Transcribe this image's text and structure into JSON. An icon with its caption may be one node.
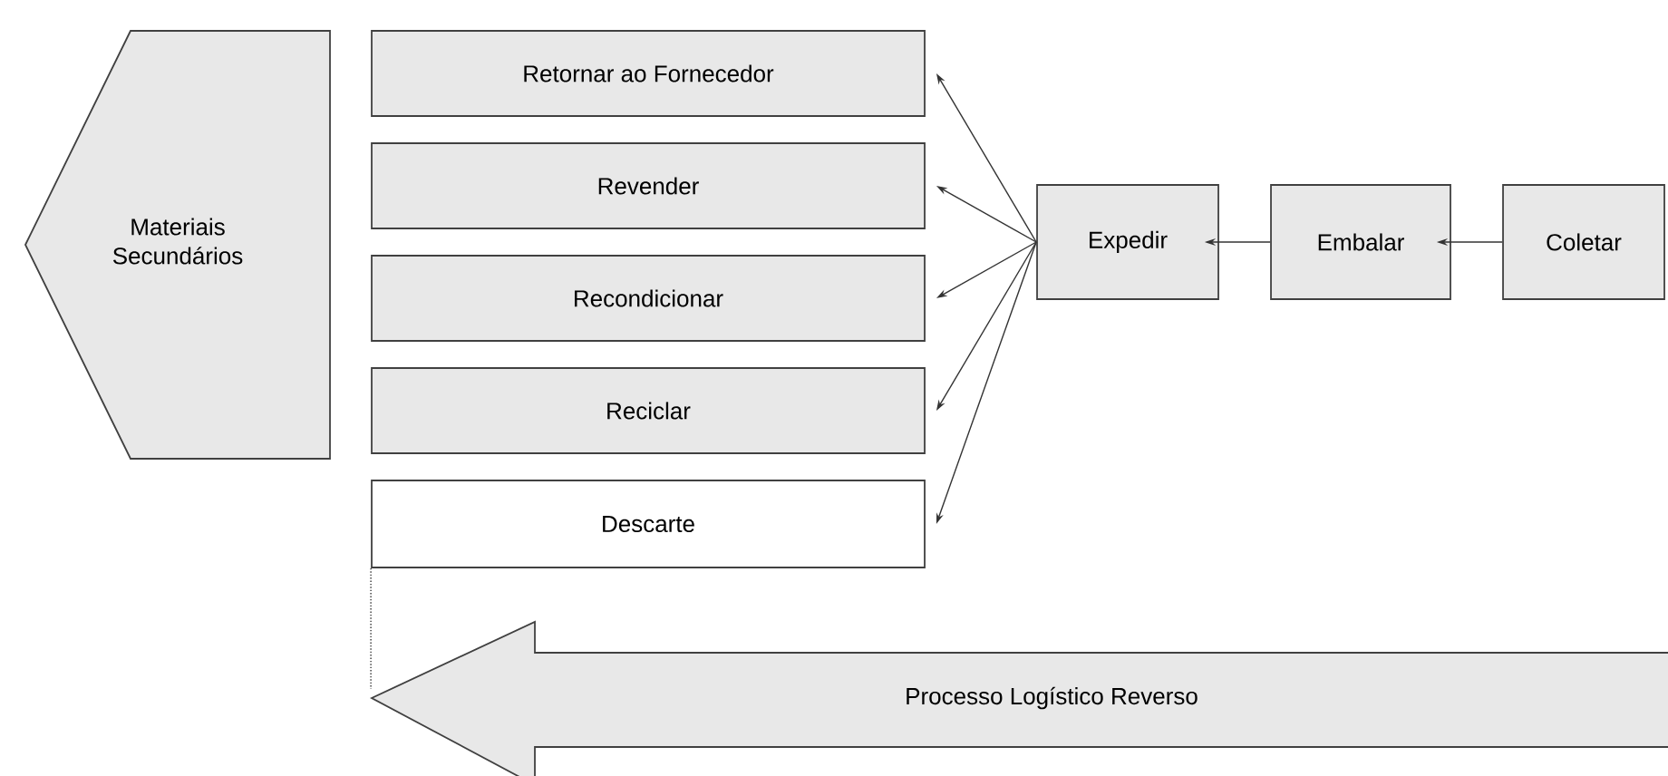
{
  "diagram": {
    "nodes": [
      {
        "text": [
          "Materiais Secundários"
        ]
      },
      {
        "text": [
          "Retornar ao Fornecedor"
        ]
      },
      {
        "text": [
          "Revender"
        ]
      },
      {
        "text": [
          "Recondicionar"
        ]
      },
      {
        "text": [
          "Reciclar"
        ]
      },
      {
        "text": [
          "Descarte"
        ]
      },
      {
        "text": [
          "Expedir"
        ]
      },
      {
        "text": [
          "Embalar"
        ]
      },
      {
        "text": [
          "Coletar"
        ]
      },
      {
        "text": [
          "Processo Logístico Reverso"
        ]
      }
    ],
    "edges": [
      {
        "from": 6,
        "to": 1,
        "arrow": "to"
      },
      {
        "from": 6,
        "to": 2,
        "arrow": "to"
      },
      {
        "from": 6,
        "to": 3,
        "arrow": "to"
      },
      {
        "from": 6,
        "to": 4,
        "arrow": "to"
      },
      {
        "from": 6,
        "to": 5,
        "arrow": "to"
      },
      {
        "from": 7,
        "to": 6,
        "arrow": "to"
      },
      {
        "from": 8,
        "to": 7,
        "arrow": "to"
      },
      {
        "from": 5,
        "to": 9,
        "arrow": "none",
        "style": "dashed"
      }
    ]
  }
}
